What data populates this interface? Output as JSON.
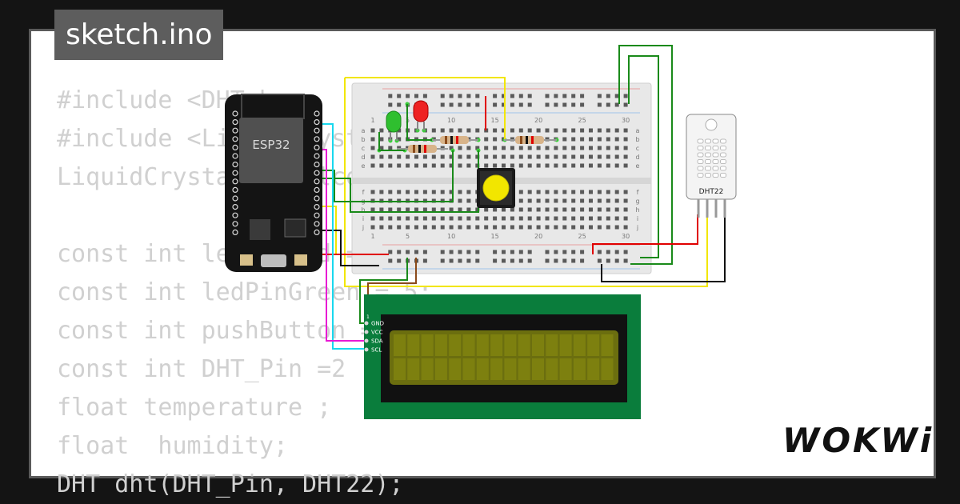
{
  "file_tab": {
    "label": "sketch.ino"
  },
  "code_lines": [
    "#include <DHT.h>",
    "#include <LiquidCrystal_I2C.h>",
    "LiquidCrystal_I2C lcd(0x27, 16, 2);",
    "",
    "const int ledPinRed = 4;",
    "const int ledPinGreen = 5;",
    "const int pushButton = 15;",
    "const int DHT_Pin =2",
    "float temperature ;",
    "float  humidity;",
    "DHT dht(DHT_Pin, DHT22);"
  ],
  "esp32": {
    "label": "ESP32"
  },
  "dht": {
    "label": "DHT22"
  },
  "lcd": {
    "pins": [
      "GND",
      "VCC",
      "SDA",
      "SCL"
    ]
  },
  "breadboard": {
    "col_labels": [
      "1",
      "5",
      "10",
      "15",
      "20",
      "25",
      "30"
    ],
    "row_labels_top": [
      "a",
      "b",
      "c",
      "d",
      "e"
    ],
    "row_labels_bottom": [
      "f",
      "g",
      "h",
      "i",
      "j"
    ]
  },
  "brand": {
    "logo_text": "WOKWi"
  },
  "colors": {
    "background": "#141414",
    "card": "#ffffff",
    "code_text": "#d0d0d0",
    "tab_bg": "#5d5d5d",
    "lcd_pcb": "#0a7d3c",
    "lcd_screen": "#6b6e0f",
    "wire_green": "#1a8a1a",
    "wire_red": "#e00000",
    "wire_yellow": "#f2e600",
    "wire_cyan": "#19d8ee",
    "wire_magenta": "#e81ad4",
    "wire_black": "#111111"
  }
}
